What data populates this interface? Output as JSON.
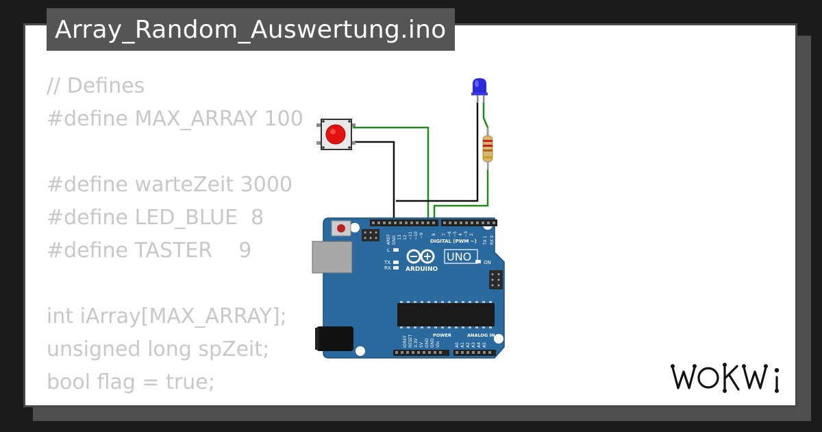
{
  "project": {
    "title": "Array_Random_Auswertung.ino"
  },
  "code_lines": [
    "// Defines",
    "#define MAX_ARRAY 100",
    "",
    "#define warteZeit 3000",
    "#define LED_BLUE  8",
    "#define TASTER    9",
    "",
    "int iArray[MAX_ARRAY];",
    "unsigned long spZeit;",
    "bool flag = true;"
  ],
  "board": {
    "model": "UNO",
    "brand": "ARDUINO",
    "header_digital": "DIGITAL (PWM ~)",
    "pin_aref": "AREF",
    "pin_gnd": "GND",
    "digital_pins": [
      "13",
      "12",
      "~11",
      "~10",
      "~9",
      "8",
      "7",
      "~6",
      "~5",
      "4",
      "~3",
      "2",
      "TX 1",
      "RX 0"
    ],
    "led_l": "L",
    "led_tx": "TX",
    "led_rx": "RX",
    "led_on": "ON",
    "header_power": "POWER",
    "header_analog": "ANALOG IN",
    "power_pins": [
      "IOREF",
      "RESET",
      "3.3V",
      "5V",
      "GND",
      "GND",
      "Vin"
    ],
    "analog_pins": [
      "A0",
      "A1",
      "A2",
      "A3",
      "A4",
      "A5"
    ]
  },
  "components": {
    "button": {
      "color": "#e31212"
    },
    "led": {
      "color": "#2a2ad8"
    },
    "resistor": {
      "body_color": "#d8b86c"
    }
  },
  "colors": {
    "wire_green": "#1e8a1e",
    "wire_black": "#111111",
    "board": "#2a6a9e"
  },
  "brand": {
    "logo_text": "WOKWi"
  }
}
